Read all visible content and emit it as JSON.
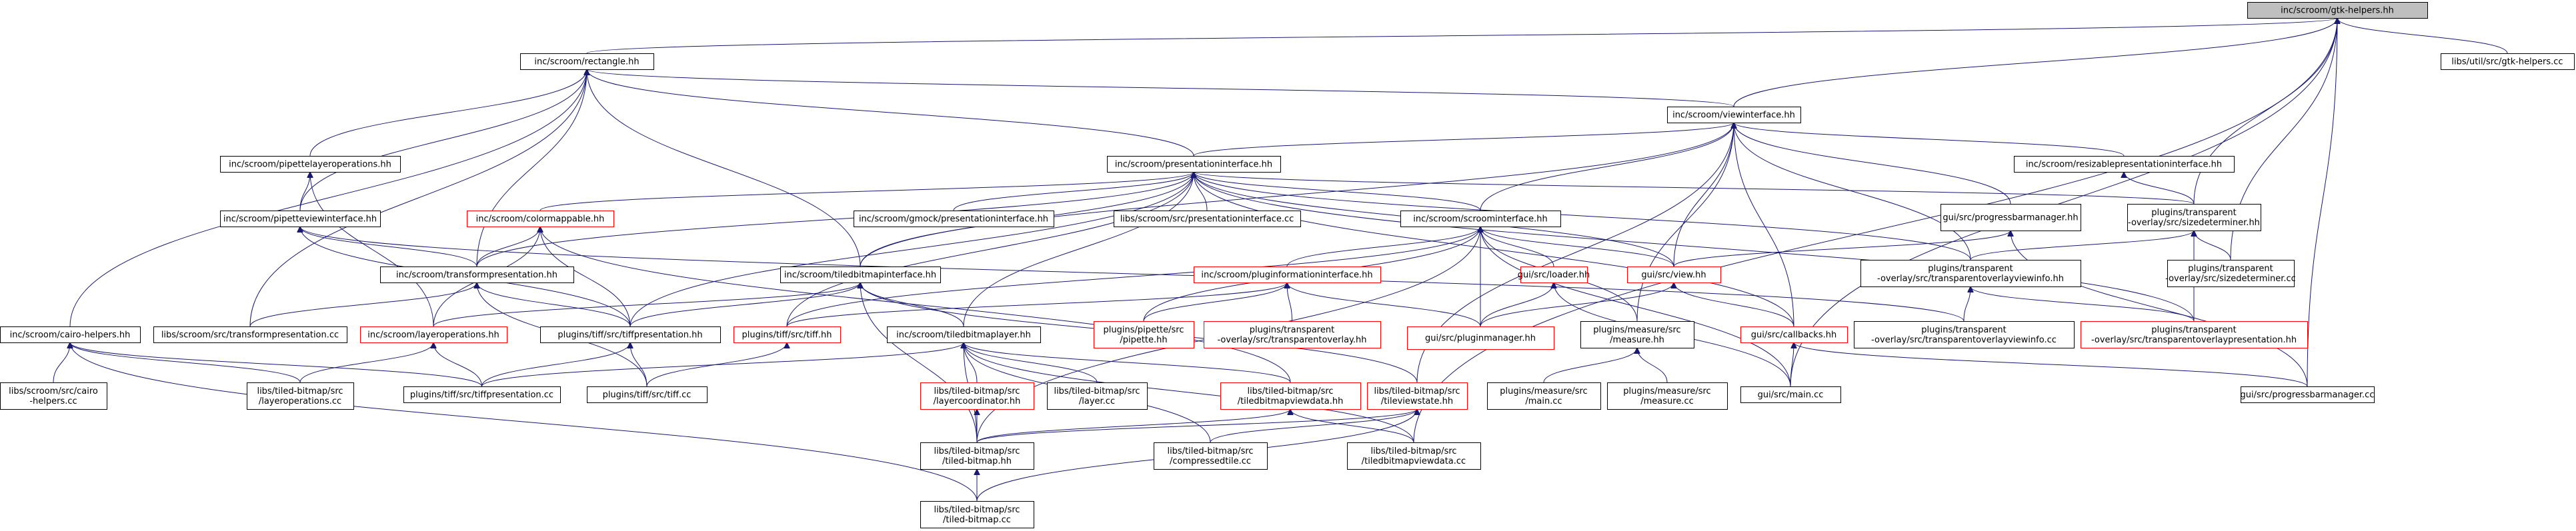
{
  "diagram": {
    "title": "",
    "nodes": [
      {
        "id": "gtk",
        "lines": [
          "inc/scroom/gtk-helpers.hh"
        ],
        "style": "root"
      },
      {
        "id": "rect",
        "lines": [
          "inc/scroom/rectangle.hh"
        ],
        "style": "normal"
      },
      {
        "id": "gtkcc",
        "lines": [
          "libs/util/src/gtk-helpers.cc"
        ],
        "style": "normal"
      },
      {
        "id": "viewif",
        "lines": [
          "inc/scroom/viewinterface.hh"
        ],
        "style": "normal"
      },
      {
        "id": "pipettelayerops",
        "lines": [
          "inc/scroom/pipettelayeroperations.hh"
        ],
        "style": "normal"
      },
      {
        "id": "presif",
        "lines": [
          "inc/scroom/presentationinterface.hh"
        ],
        "style": "normal"
      },
      {
        "id": "resizable",
        "lines": [
          "inc/scroom/resizablepresentationinterface.hh"
        ],
        "style": "normal"
      },
      {
        "id": "pipetteviewif",
        "lines": [
          "inc/scroom/pipetteviewinterface.hh"
        ],
        "style": "normal"
      },
      {
        "id": "colormappable",
        "lines": [
          "inc/scroom/colormappable.hh"
        ],
        "style": "red"
      },
      {
        "id": "gmockpres",
        "lines": [
          "inc/scroom/gmock/presentationinterface.hh"
        ],
        "style": "normal"
      },
      {
        "id": "presifcc",
        "lines": [
          "libs/scroom/src/presentationinterface.cc"
        ],
        "style": "normal"
      },
      {
        "id": "scroomif",
        "lines": [
          "inc/scroom/scroominterface.hh"
        ],
        "style": "normal"
      },
      {
        "id": "progressbarhh",
        "lines": [
          "gui/src/progressbarmanager.hh"
        ],
        "style": "normal"
      },
      {
        "id": "sizedethh",
        "lines": [
          "plugins/transparent",
          "-overlay/src/sizedeterminer.hh"
        ],
        "style": "normal"
      },
      {
        "id": "transformpres",
        "lines": [
          "inc/scroom/transformpresentation.hh"
        ],
        "style": "normal"
      },
      {
        "id": "tiledbitmapif",
        "lines": [
          "inc/scroom/tiledbitmapinterface.hh"
        ],
        "style": "normal"
      },
      {
        "id": "plugininfo",
        "lines": [
          "inc/scroom/pluginformationinterface.hh"
        ],
        "style": "red"
      },
      {
        "id": "loader",
        "lines": [
          "gui/src/loader.hh"
        ],
        "style": "red"
      },
      {
        "id": "view",
        "lines": [
          "gui/src/view.hh"
        ],
        "style": "red"
      },
      {
        "id": "tovinfohh",
        "lines": [
          "plugins/transparent",
          "-overlay/src/transparentoverlayviewinfo.hh"
        ],
        "style": "normal"
      },
      {
        "id": "sizedetcc",
        "lines": [
          "plugins/transparent",
          "-overlay/src/sizedeterminer.cc"
        ],
        "style": "normal"
      },
      {
        "id": "cairohh",
        "lines": [
          "inc/scroom/cairo-helpers.hh"
        ],
        "style": "normal"
      },
      {
        "id": "transformprescc",
        "lines": [
          "libs/scroom/src/transformpresentation.cc"
        ],
        "style": "normal"
      },
      {
        "id": "layerops",
        "lines": [
          "inc/scroom/layeroperations.hh"
        ],
        "style": "red"
      },
      {
        "id": "tiffpres",
        "lines": [
          "plugins/tiff/src/tiffpresentation.hh"
        ],
        "style": "normal"
      },
      {
        "id": "tiffhh",
        "lines": [
          "plugins/tiff/src/tiff.hh"
        ],
        "style": "red"
      },
      {
        "id": "tiledbitmaplayer",
        "lines": [
          "inc/scroom/tiledbitmaplayer.hh"
        ],
        "style": "normal"
      },
      {
        "id": "pipettehh",
        "lines": [
          "plugins/pipette/src",
          "/pipette.hh"
        ],
        "style": "red"
      },
      {
        "id": "tohh",
        "lines": [
          "plugins/transparent",
          "-overlay/src/transparentoverlay.hh"
        ],
        "style": "red"
      },
      {
        "id": "pluginmgr",
        "lines": [
          "gui/src/pluginmanager.hh"
        ],
        "style": "red"
      },
      {
        "id": "measurehh",
        "lines": [
          "plugins/measure/src",
          "/measure.hh"
        ],
        "style": "normal"
      },
      {
        "id": "callbacks",
        "lines": [
          "gui/src/callbacks.hh"
        ],
        "style": "red"
      },
      {
        "id": "tovinfocc",
        "lines": [
          "plugins/transparent",
          "-overlay/src/transparentoverlayviewinfo.cc"
        ],
        "style": "normal"
      },
      {
        "id": "topreshh",
        "lines": [
          "plugins/transparent",
          "-overlay/src/transparentoverlaypresentation.hh"
        ],
        "style": "red"
      },
      {
        "id": "cairocc",
        "lines": [
          "libs/scroom/src/cairo",
          "-helpers.cc"
        ],
        "style": "normal"
      },
      {
        "id": "layeropscc",
        "lines": [
          "libs/tiled-bitmap/src",
          "/layeroperations.cc"
        ],
        "style": "normal"
      },
      {
        "id": "tiffprescc",
        "lines": [
          "plugins/tiff/src/tiffpresentation.cc"
        ],
        "style": "normal"
      },
      {
        "id": "tiffcc",
        "lines": [
          "plugins/tiff/src/tiff.cc"
        ],
        "style": "normal"
      },
      {
        "id": "layercoordhh",
        "lines": [
          "libs/tiled-bitmap/src",
          "/layercoordinator.hh"
        ],
        "style": "red"
      },
      {
        "id": "layercc",
        "lines": [
          "libs/tiled-bitmap/src",
          "/layer.cc"
        ],
        "style": "normal"
      },
      {
        "id": "tbvdhh",
        "lines": [
          "libs/tiled-bitmap/src",
          "/tiledbitmapviewdata.hh"
        ],
        "style": "red"
      },
      {
        "id": "tileviewstate",
        "lines": [
          "libs/tiled-bitmap/src",
          "/tileviewstate.hh"
        ],
        "style": "red"
      },
      {
        "id": "measuremain",
        "lines": [
          "plugins/measure/src",
          "/main.cc"
        ],
        "style": "normal"
      },
      {
        "id": "measurecc",
        "lines": [
          "plugins/measure/src",
          "/measure.cc"
        ],
        "style": "normal"
      },
      {
        "id": "guimain",
        "lines": [
          "gui/src/main.cc"
        ],
        "style": "normal"
      },
      {
        "id": "progressbarcc",
        "lines": [
          "gui/src/progressbarmanager.cc"
        ],
        "style": "normal"
      },
      {
        "id": "tbhh",
        "lines": [
          "libs/tiled-bitmap/src",
          "/tiled-bitmap.hh"
        ],
        "style": "normal"
      },
      {
        "id": "compressedtile",
        "lines": [
          "libs/tiled-bitmap/src",
          "/compressedtile.cc"
        ],
        "style": "normal"
      },
      {
        "id": "tbvdcc",
        "lines": [
          "libs/tiled-bitmap/src",
          "/tiledbitmapviewdata.cc"
        ],
        "style": "normal"
      },
      {
        "id": "tbcc",
        "lines": [
          "libs/tiled-bitmap/src",
          "/tiled-bitmap.cc"
        ],
        "style": "normal"
      }
    ],
    "edges": [
      [
        "rect",
        "gtk"
      ],
      [
        "gtkcc",
        "gtk"
      ],
      [
        "viewif",
        "gtk"
      ],
      [
        "sizedethh",
        "gtk"
      ],
      [
        "sizedetcc",
        "gtk"
      ],
      [
        "guimain",
        "gtk"
      ],
      [
        "progressbarcc",
        "gtk"
      ],
      [
        "tbvdcc",
        "gtk"
      ],
      [
        "viewif",
        "rect"
      ],
      [
        "presif",
        "rect"
      ],
      [
        "pipettelayerops",
        "rect"
      ],
      [
        "pipetteviewif",
        "rect"
      ],
      [
        "transformpres",
        "rect"
      ],
      [
        "tiledbitmapif",
        "rect"
      ],
      [
        "cairohh",
        "rect"
      ],
      [
        "transformprescc",
        "rect"
      ],
      [
        "presif",
        "viewif"
      ],
      [
        "resizable",
        "viewif"
      ],
      [
        "progressbarhh",
        "viewif"
      ],
      [
        "scroomif",
        "viewif"
      ],
      [
        "view",
        "viewif"
      ],
      [
        "tovinfohh",
        "viewif"
      ],
      [
        "tiledbitmapif",
        "viewif"
      ],
      [
        "callbacks",
        "viewif"
      ],
      [
        "tileviewstate",
        "viewif"
      ],
      [
        "measurehh",
        "viewif"
      ],
      [
        "pipetteviewif",
        "pipettelayerops"
      ],
      [
        "layerops",
        "pipettelayerops"
      ],
      [
        "colormappable",
        "presif"
      ],
      [
        "gmockpres",
        "presif"
      ],
      [
        "presifcc",
        "presif"
      ],
      [
        "scroomif",
        "presif"
      ],
      [
        "sizedethh",
        "presif"
      ],
      [
        "transformpres",
        "presif"
      ],
      [
        "tiledbitmapif",
        "presif"
      ],
      [
        "view",
        "presif"
      ],
      [
        "tovinfohh",
        "presif"
      ],
      [
        "callbacks",
        "presif"
      ],
      [
        "tiffpres",
        "presif"
      ],
      [
        "tiffhh",
        "presif"
      ],
      [
        "tiledbitmaplayer",
        "presif"
      ],
      [
        "topreshh",
        "presif"
      ],
      [
        "sizedethh",
        "resizable"
      ],
      [
        "transformpres",
        "pipetteviewif"
      ],
      [
        "tiffpres",
        "pipetteviewif"
      ],
      [
        "tovinfocc",
        "pipetteviewif"
      ],
      [
        "transformpres",
        "colormappable"
      ],
      [
        "layerops",
        "colormappable"
      ],
      [
        "tiffpres",
        "colormappable"
      ],
      [
        "tbvdhh",
        "colormappable"
      ],
      [
        "plugininfo",
        "scroomif"
      ],
      [
        "loader",
        "scroomif"
      ],
      [
        "view",
        "scroomif"
      ],
      [
        "pluginmgr",
        "scroomif"
      ],
      [
        "tbhh",
        "scroomif"
      ],
      [
        "measurehh",
        "scroomif"
      ],
      [
        "pipettehh",
        "scroomif"
      ],
      [
        "tiffhh",
        "scroomif"
      ],
      [
        "guimain",
        "scroomif"
      ],
      [
        "view",
        "progressbarhh"
      ],
      [
        "progressbarcc",
        "progressbarhh"
      ],
      [
        "tovinfohh",
        "sizedethh"
      ],
      [
        "sizedetcc",
        "sizedethh"
      ],
      [
        "topreshh",
        "sizedethh"
      ],
      [
        "transformprescc",
        "transformpres"
      ],
      [
        "tiffpres",
        "transformpres"
      ],
      [
        "tiffcc",
        "transformpres"
      ],
      [
        "tiffpres",
        "tiledbitmapif"
      ],
      [
        "layerops",
        "tiledbitmapif"
      ],
      [
        "tiledbitmaplayer",
        "tiledbitmapif"
      ],
      [
        "tbhh",
        "tiledbitmapif"
      ],
      [
        "tileviewstate",
        "tiledbitmapif"
      ],
      [
        "pipettehh",
        "plugininfo"
      ],
      [
        "tohh",
        "plugininfo"
      ],
      [
        "pluginmgr",
        "plugininfo"
      ],
      [
        "tiffhh",
        "plugininfo"
      ],
      [
        "pluginmgr",
        "loader"
      ],
      [
        "guimain",
        "loader"
      ],
      [
        "callbacks",
        "view"
      ],
      [
        "pluginmgr",
        "view"
      ],
      [
        "tovinfocc",
        "tovinfohh"
      ],
      [
        "topreshh",
        "tovinfohh"
      ],
      [
        "cairocc",
        "cairohh"
      ],
      [
        "layeropscc",
        "cairohh"
      ],
      [
        "tiffprescc",
        "cairohh"
      ],
      [
        "tbcc",
        "cairohh"
      ],
      [
        "layeropscc",
        "layerops"
      ],
      [
        "tiffprescc",
        "layerops"
      ],
      [
        "tiffprescc",
        "tiffpres"
      ],
      [
        "tiffcc",
        "tiffpres"
      ],
      [
        "tiffcc",
        "tiffhh"
      ],
      [
        "layercoordhh",
        "tiledbitmaplayer"
      ],
      [
        "layercc",
        "tiledbitmaplayer"
      ],
      [
        "tbvdhh",
        "tiledbitmaplayer"
      ],
      [
        "tbhh",
        "tiledbitmaplayer"
      ],
      [
        "compressedtile",
        "tiledbitmaplayer"
      ],
      [
        "tbvdcc",
        "tiledbitmaplayer"
      ],
      [
        "tiffprescc",
        "tiledbitmaplayer"
      ],
      [
        "measuremain",
        "measurehh"
      ],
      [
        "measurecc",
        "measurehh"
      ],
      [
        "guimain",
        "callbacks"
      ],
      [
        "progressbarcc",
        "callbacks"
      ],
      [
        "tbhh",
        "layercoordhh"
      ],
      [
        "tbhh",
        "tbvdhh"
      ],
      [
        "tbvdcc",
        "tbvdhh"
      ],
      [
        "tbhh",
        "tileviewstate"
      ],
      [
        "compressedtile",
        "tileviewstate"
      ],
      [
        "tbcc",
        "tileviewstate"
      ],
      [
        "tbcc",
        "tbhh"
      ]
    ]
  },
  "colors": {
    "edge": "#191970",
    "root_fill": "#bfbfbf",
    "border": "#000000",
    "highlight_border": "#ff0000"
  }
}
